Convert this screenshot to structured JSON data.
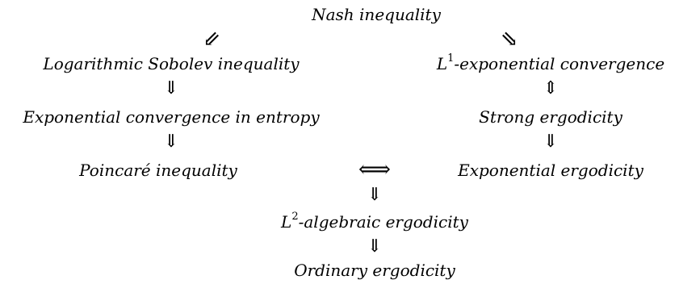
{
  "nodes": {
    "nash": "Nash inequality",
    "log_sobolev": "Logarithmic Sobolev inequality",
    "l1_prefix": "L",
    "l1_sup": "1",
    "l1_rest": "-exponential convergence",
    "exp_entropy": "Exponential convergence in entropy",
    "strong_ergodicity": "Strong ergodicity",
    "poincare": "Poincaré inequality",
    "exp_ergodicity": "Exponential ergodicity",
    "l2_prefix": "L",
    "l2_sup": "2",
    "l2_rest": "-algebraic ergodicity",
    "ordinary": "Ordinary ergodicity"
  },
  "arrows": {
    "nash_to_logsob": "⇙",
    "nash_to_l1": "⇘",
    "logsob_to_entropy": "⇓",
    "l1_strong_equiv": "⇕",
    "entropy_to_poincare": "⇓",
    "strong_to_exp": "⇓",
    "poincare_exp_equiv": "⟺",
    "equiv_to_l2": "⇓",
    "l2_to_ordinary": "⇓"
  }
}
